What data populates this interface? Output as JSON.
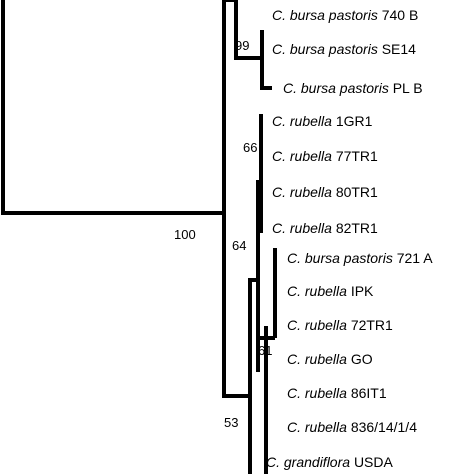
{
  "tree": {
    "taxa": [
      {
        "genus": "C.",
        "epithet": "bursa pastoris",
        "strain": "740 B"
      },
      {
        "genus": "C.",
        "epithet": "bursa pastoris",
        "strain": "SE14"
      },
      {
        "genus": "C.",
        "epithet": "bursa pastoris",
        "strain": "PL B"
      },
      {
        "genus": "C.",
        "epithet": "rubella",
        "strain": "1GR1"
      },
      {
        "genus": "C.",
        "epithet": "rubella",
        "strain": "77TR1"
      },
      {
        "genus": "C.",
        "epithet": "rubella",
        "strain": "80TR1"
      },
      {
        "genus": "C.",
        "epithet": "rubella",
        "strain": "82TR1"
      },
      {
        "genus": "C.",
        "epithet": "bursa pastoris",
        "strain": "721 A"
      },
      {
        "genus": "C.",
        "epithet": "rubella",
        "strain": "IPK"
      },
      {
        "genus": "C.",
        "epithet": "rubella",
        "strain": "72TR1"
      },
      {
        "genus": "C.",
        "epithet": "rubella",
        "strain": "GO"
      },
      {
        "genus": "C.",
        "epithet": "rubella",
        "strain": "86IT1"
      },
      {
        "genus": "C.",
        "epithet": "rubella",
        "strain": "836/14/1/4"
      },
      {
        "genus": "C.",
        "epithet": "grandiflora",
        "strain": "USDA"
      }
    ],
    "support_values": [
      "99",
      "100",
      "66",
      "64",
      "61",
      "53"
    ]
  }
}
